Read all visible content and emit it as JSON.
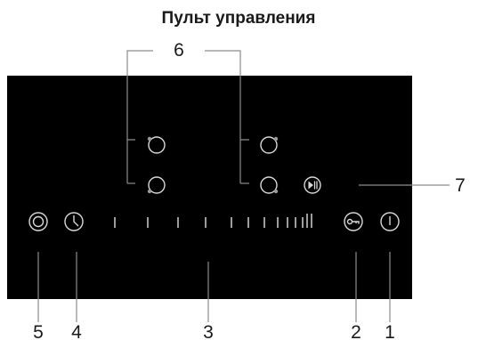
{
  "title": "Пульт управления",
  "callouts": {
    "c1": "1",
    "c2": "2",
    "c3": "3",
    "c4": "4",
    "c5": "5",
    "c6": "6",
    "c7": "7"
  },
  "colors": {
    "panel": "#000000",
    "icon_stroke": "#d8d8d8",
    "leader_line": "#8c8c8c",
    "label_text": "#1a1a1a"
  },
  "icons": {
    "power": "power-icon",
    "key_lock": "key-lock-icon",
    "timer": "clock-icon",
    "cooking_zone": "cooking-zone-icon",
    "pause": "play-pause-icon"
  },
  "slider_ticks": 13
}
